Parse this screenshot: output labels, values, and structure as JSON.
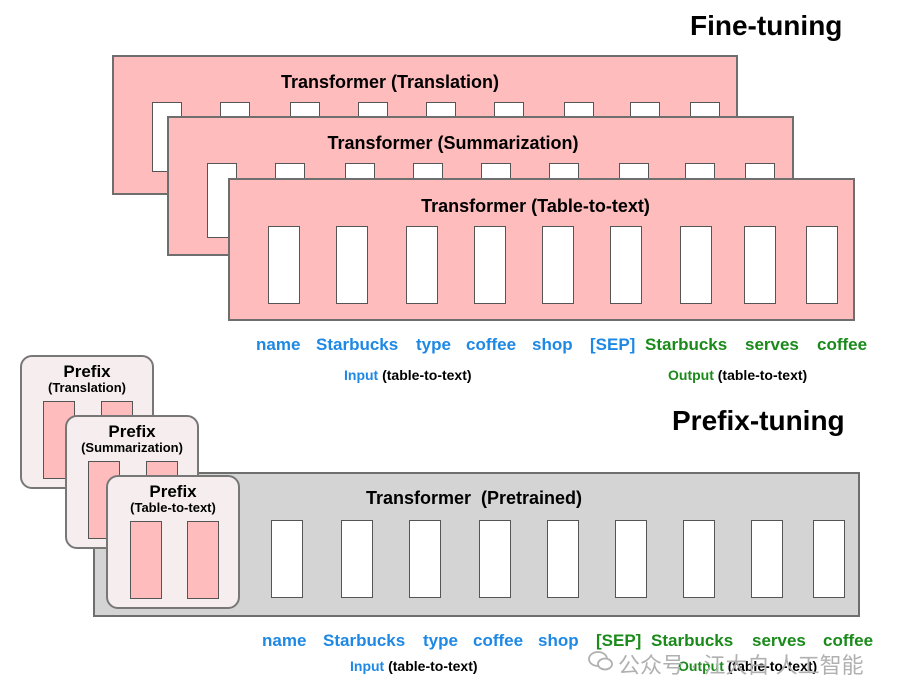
{
  "fine_tuning": {
    "title": "Fine-tuning",
    "models": [
      {
        "label": "Transformer (Translation)"
      },
      {
        "label": "Transformer (Summarization)"
      },
      {
        "label": "Transformer (Table-to-text)"
      }
    ],
    "tokens": [
      "name",
      "Starbucks",
      "type",
      "coffee",
      "shop",
      "[SEP]",
      "Starbucks",
      "serves",
      "coffee"
    ],
    "input_caption": {
      "highlight": "Input",
      "rest": " (table-to-text)"
    },
    "output_caption": {
      "highlight": "Output",
      "rest": " (table-to-text)"
    }
  },
  "prefix_tuning": {
    "title": "Prefix-tuning",
    "prefixes": [
      {
        "title": "Prefix",
        "task": "(Translation)"
      },
      {
        "title": "Prefix",
        "task": "(Summarization)"
      },
      {
        "title": "Prefix",
        "task": "(Table-to-text)"
      }
    ],
    "model_label": "Transformer  (Pretrained)",
    "tokens": [
      "name",
      "Starbucks",
      "type",
      "coffee",
      "shop",
      "[SEP]",
      "Starbucks",
      "serves",
      "coffee"
    ],
    "input_caption": {
      "highlight": "Input",
      "rest": " (table-to-text)"
    },
    "output_caption": {
      "highlight": "Output",
      "rest": " (table-to-text)"
    }
  },
  "watermark": {
    "text": "公众号 · 江大白 人工智能"
  },
  "colors": {
    "input_token": "#1e88e5",
    "output_token": "#1a8a1a",
    "panel_pink": "#ffbcbc",
    "panel_gray": "#d4d4d4"
  }
}
